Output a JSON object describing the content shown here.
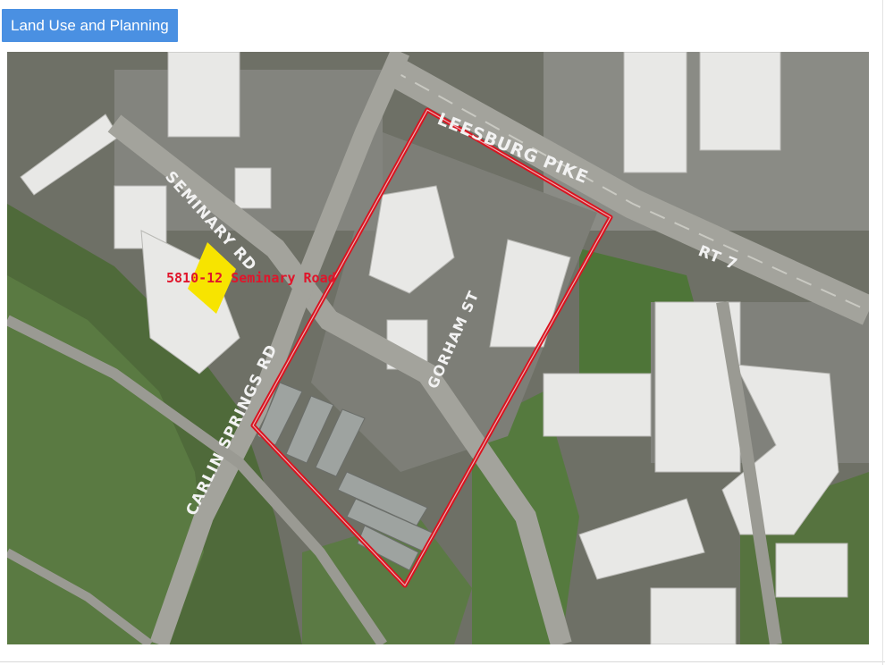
{
  "header": {
    "tab_label": "Land Use and Planning"
  },
  "map": {
    "road_labels": {
      "leesburg_pike": "LEESBURG PIKE",
      "rt7": "RT 7",
      "seminary_rd": "SEMINARY RD",
      "carlin_springs_rd": "CARLIN SPRINGS RD",
      "gorham_st": "GORHAM ST"
    },
    "site_label": "5810-12 Seminary Road",
    "colors": {
      "boundary": "#d9131f",
      "site_marker": "#f7e400",
      "tab_bg": "#4a90e2"
    }
  }
}
